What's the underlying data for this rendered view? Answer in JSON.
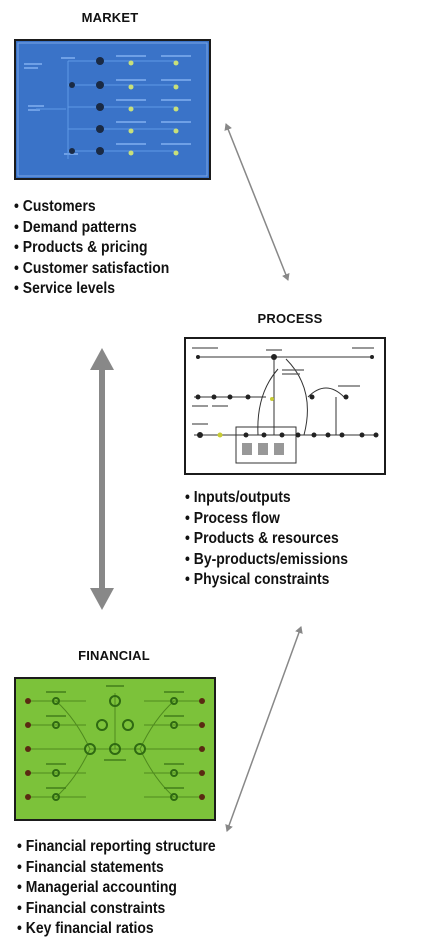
{
  "market": {
    "title": "MARKET",
    "items": [
      "Customers",
      "Demand patterns",
      "Products & pricing",
      "Customer satisfaction",
      "Service levels"
    ]
  },
  "process": {
    "title": "PROCESS",
    "items": [
      "Inputs/outputs",
      "Process flow",
      "Products & resources",
      "By-products/emissions",
      "Physical constraints"
    ]
  },
  "financial": {
    "title": "FINANCIAL",
    "items": [
      "Financial reporting structure",
      "Financial statements",
      "Managerial accounting",
      "Financial constraints",
      "Key financial ratios"
    ]
  },
  "colors": {
    "market_panel": "#3a73c8",
    "process_panel": "#ffffff",
    "financial_panel": "#7cc23a",
    "arrow": "#888888"
  }
}
